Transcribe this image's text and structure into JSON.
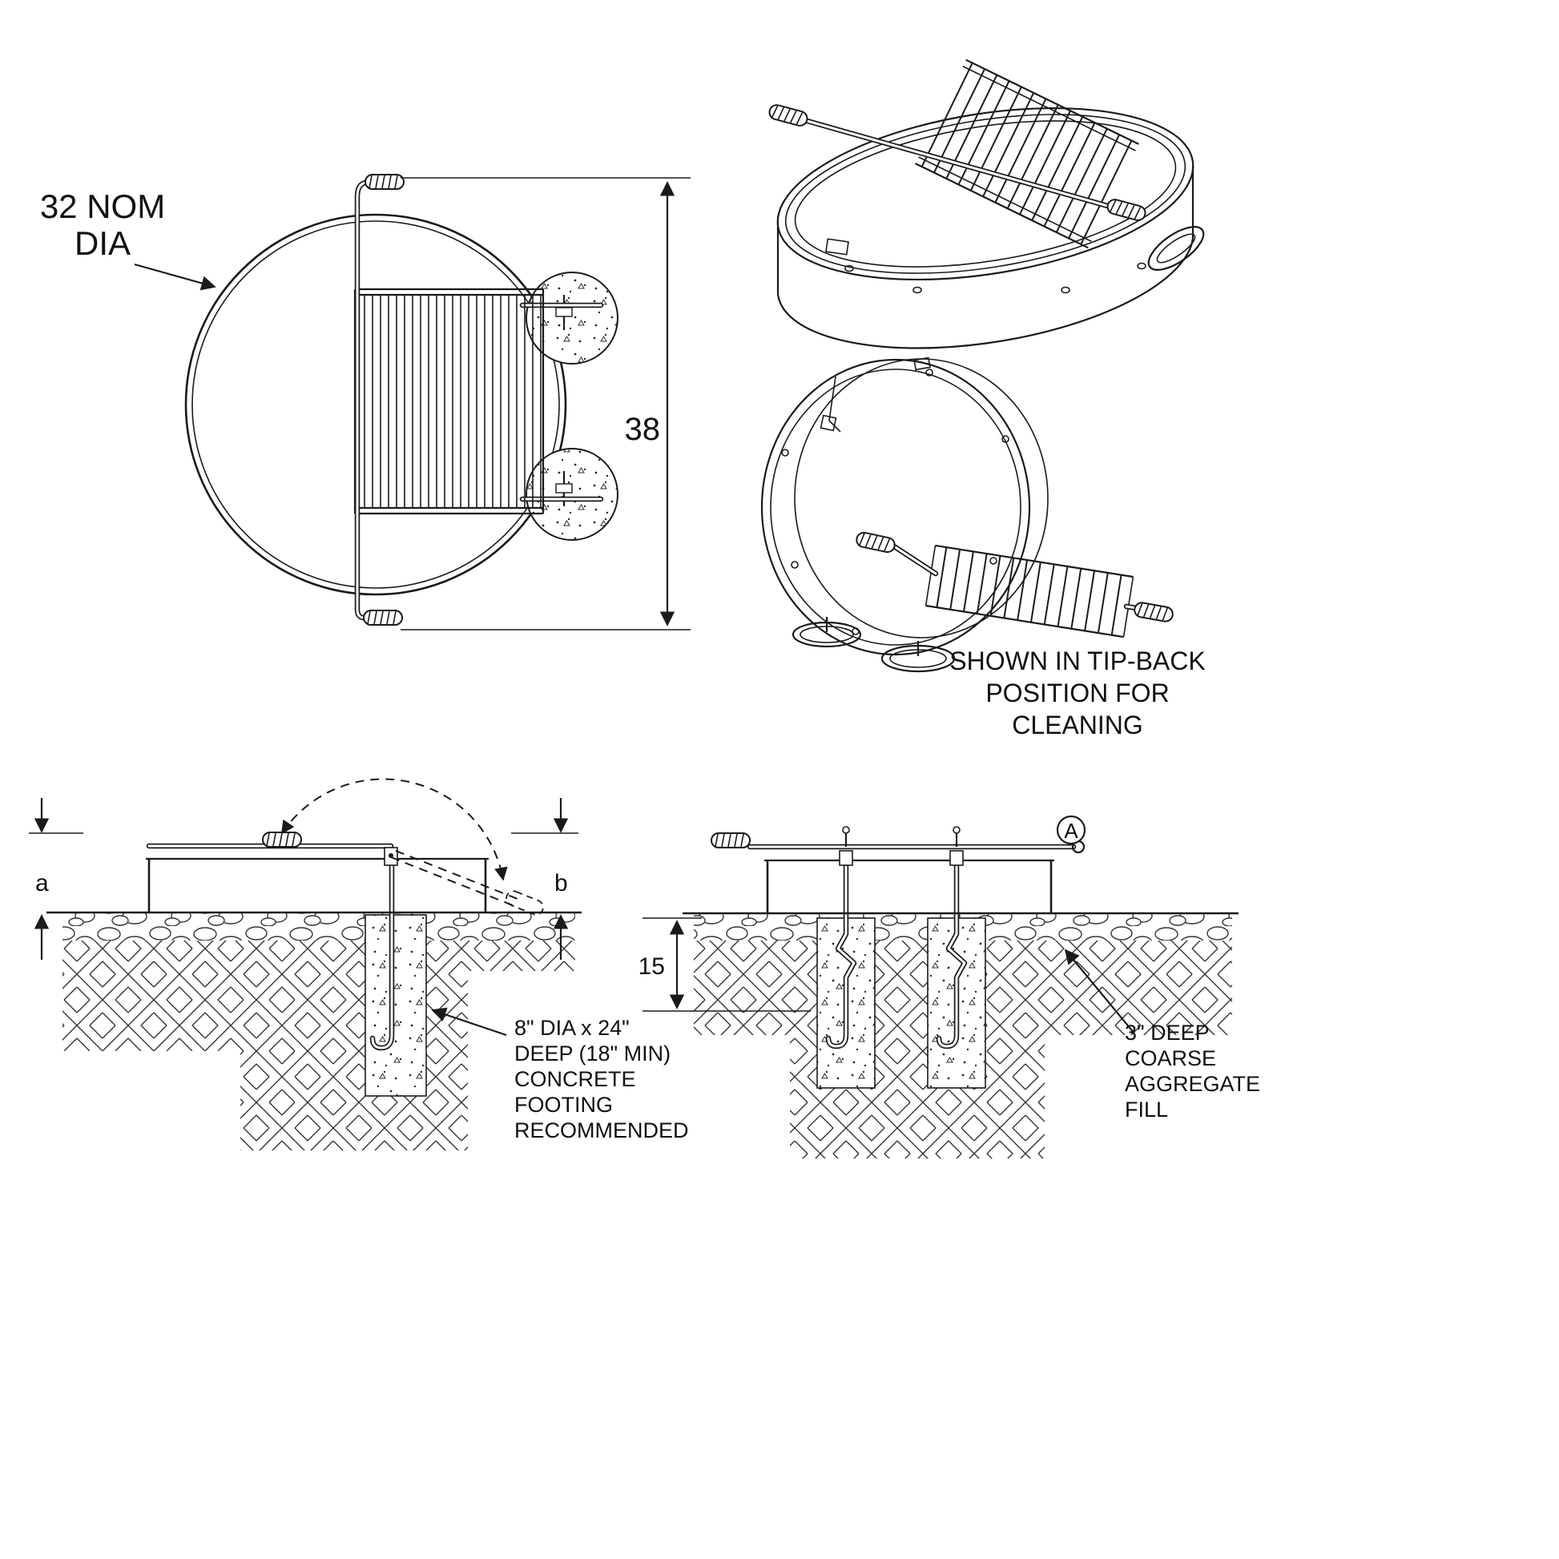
{
  "plan_view": {
    "diameter_label": [
      "32 NOM",
      "DIA"
    ],
    "height_dim": "38"
  },
  "iso_view": {
    "note": [
      "SHOWN IN TIP-BACK",
      "POSITION FOR",
      "CLEANING"
    ]
  },
  "section_front": {
    "dim_a": "a",
    "dim_b": "b",
    "footing_note": [
      "8\" DIA x 24\"",
      "DEEP (18\" MIN)",
      "CONCRETE",
      "FOOTING",
      "RECOMMENDED"
    ]
  },
  "section_side": {
    "depth_dim": "15",
    "detail_marker": "A",
    "aggregate_note": [
      "3\" DEEP",
      "COARSE",
      "AGGREGATE",
      "FILL"
    ]
  }
}
